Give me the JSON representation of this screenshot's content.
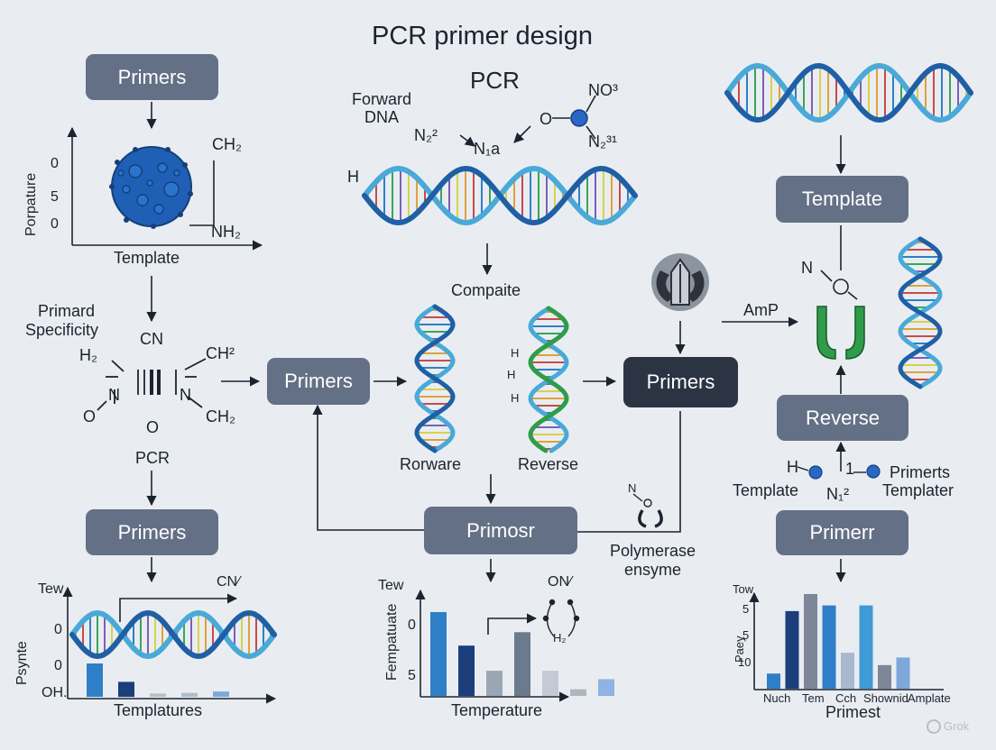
{
  "title": "PCR primer design",
  "subtitle": "PCR",
  "colors": {
    "background": "#e9edf1",
    "box": "#647086",
    "box_dark": "#2c3444",
    "helix_blue": "#1f5fa6",
    "helix_light": "#49a9d8",
    "helix_green": "#2f9c4a",
    "bar_navy": "#1c3e7a",
    "bar_blue": "#2f7fc8"
  },
  "boxes": {
    "primers_top": "Primers",
    "primers_mid": "Primers",
    "primers_dark": "Primers",
    "primers_left_bottom": "Primers",
    "primosr": "Primosr",
    "template_right": "Template",
    "reverse_right": "Reverse",
    "primerr": "Primerr"
  },
  "left_panel": {
    "molecule_chart": {
      "y_axis_label": "Porpature",
      "y_ticks": [
        "0",
        "5",
        "0"
      ],
      "x_axis_label": "Template",
      "formula_ch": "CH₂",
      "formula_nh": "NH₂"
    },
    "specificity_label": [
      "Primard",
      "Specificity"
    ],
    "structure": {
      "cn": "CN",
      "h2": "H₂",
      "ch2_top": "CH²",
      "ch2_bottom": "CH₂",
      "n_left": "N",
      "n_right": "N",
      "o_left": "O",
      "o_bottom": "O"
    },
    "pcr_label": "PCR"
  },
  "center_top": {
    "forward_dna": [
      "Forward",
      "DNA"
    ],
    "n2_left": "N₂²",
    "n1a": "N₁a",
    "no3": "NO³",
    "o_label": "O",
    "n2_31": "N₂³¹",
    "h_label": "H",
    "compaite": "Compaite"
  },
  "center_middle": {
    "rorware": "Rorware",
    "reverse": "Reverse",
    "h_small": [
      "H",
      "H",
      "H"
    ],
    "polymerase": [
      "Polymerase",
      "ensyme"
    ],
    "n_small": "N",
    "o_small": "O",
    "amp": "AmP"
  },
  "right_panel": {
    "n_label": "N",
    "o_label": "O",
    "h_label": "H",
    "one_label": "1",
    "template_label": "Template",
    "n12_label": "N₁²",
    "primerts_label": [
      "Primerts",
      "Templater"
    ]
  },
  "chart_left": {
    "top_label": "Tew",
    "cn_label": "CN⁄",
    "y_axis_label": "Psynte",
    "y_ticks": [
      "0",
      "0",
      "OH."
    ],
    "x_axis_label": "Templatures"
  },
  "chart_center": {
    "top_label": "Tew",
    "on_label": "ON⁄",
    "h2_label": "H₂",
    "y_axis_label": "Fempatuate",
    "y_ticks": [
      "0",
      "5"
    ],
    "x_axis_label": "Temperature"
  },
  "chart_right": {
    "top_label": "Tow",
    "y_axis_label": "Paey",
    "y_ticks": [
      "5",
      "5",
      "10"
    ],
    "x_ticks": [
      "Nuch",
      "Tem",
      "Cch",
      "Shownid",
      "Amplate"
    ],
    "x_axis_label": "Primest"
  },
  "watermark": "Grok",
  "chart_data": [
    {
      "type": "bar",
      "title": "",
      "xlabel": "Templatures",
      "ylabel": "Psynte",
      "values": [
        1.0,
        0.45,
        0.1,
        0.12,
        0.16
      ],
      "colors": [
        "#2f7fc8",
        "#1c3e7a",
        "#b9bfc9",
        "#aebccb",
        "#7ea7dc"
      ]
    },
    {
      "type": "bar",
      "title": "",
      "xlabel": "Temperature",
      "ylabel": "Fempatuate",
      "values": [
        1.0,
        0.6,
        0.3,
        0.76,
        0.3,
        0.08,
        0.2
      ],
      "colors": [
        "#2f7fc8",
        "#1c3e7a",
        "#9aa6b4",
        "#6c7a8d",
        "#c3cad4",
        "#aeb6c1",
        "#8fb3e2"
      ]
    },
    {
      "type": "bar",
      "title": "",
      "xlabel": "Primest",
      "ylabel": "Paey",
      "categories": [
        "Nuch",
        "Tem",
        "Cch",
        "Shownid",
        "Amplate"
      ],
      "values": [
        0.16,
        0.82,
        1.0,
        0.88,
        0.38,
        0.88,
        0.25,
        0.33
      ],
      "colors": [
        "#2f7fc8",
        "#1c3e7a",
        "#7d8797",
        "#2f7fc8",
        "#a9b8cc",
        "#3f9ad6",
        "#7d8797",
        "#7ea7dc"
      ]
    }
  ]
}
